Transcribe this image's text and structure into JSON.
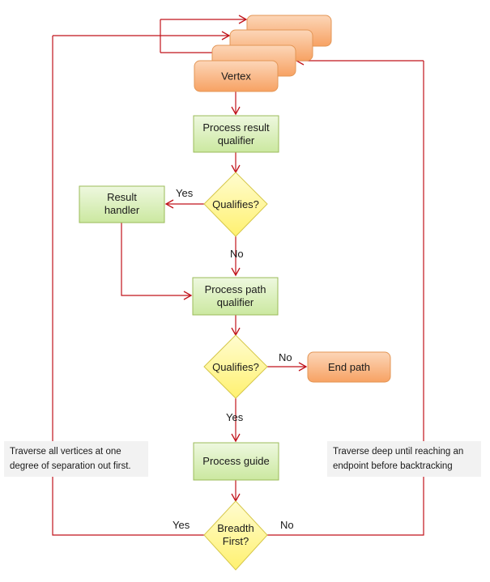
{
  "nodes": {
    "vertex_stack_back_1": "",
    "vertex_stack_back_2": "",
    "vertex_stack_back_3": "",
    "vertex": "Vertex",
    "process_result_qualifier": [
      "Process result",
      "qualifier"
    ],
    "result_qualifies_decision": "Qualifies?",
    "result_handler": [
      "Result",
      "handler"
    ],
    "process_path_qualifier": [
      "Process path",
      "qualifier"
    ],
    "path_qualifies_decision": "Qualifies?",
    "end_path": "End path",
    "process_guide": "Process guide",
    "breadth_first_decision": [
      "Breadth",
      "First?"
    ]
  },
  "edges": {
    "result_yes": "Yes",
    "result_no": "No",
    "path_no": "No",
    "path_yes": "Yes",
    "breadth_yes": "Yes",
    "breadth_no": "No"
  },
  "notes": {
    "breadth_first": [
      "Traverse all vertices at one",
      "degree of separation out  first."
    ],
    "depth_first": [
      "Traverse  deep until reaching an",
      "endpoint before backtracking"
    ]
  },
  "colors": {
    "orange_fill_top": "#fcd3b5",
    "orange_fill_bottom": "#f8a366",
    "orange_stroke": "#e59550",
    "green_fill_top": "#eaf6d8",
    "green_fill_bottom": "#cfeaa6",
    "green_stroke": "#9bbb59",
    "yellow_fill_top": "#fffbc4",
    "yellow_fill_bottom": "#fff27a",
    "yellow_stroke": "#d8c94a",
    "connector": "#c0131b",
    "note_fill": "#f2f2f2"
  }
}
